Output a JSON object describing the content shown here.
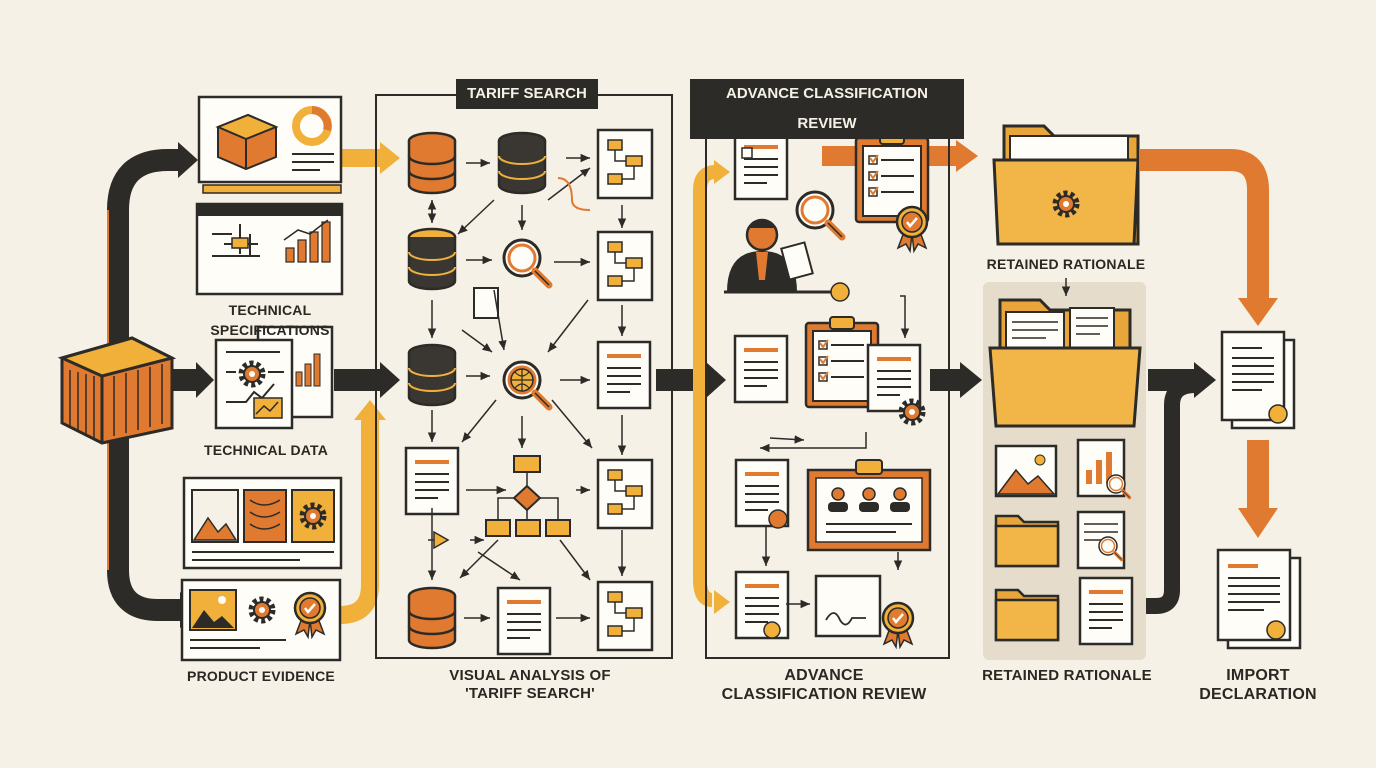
{
  "section_headers": {
    "tariff_search": "TARIFF SEARCH",
    "advance_review": "ADVANCE CLASSIFICATION REVIEW"
  },
  "labels": {
    "technical_specifications": "TECHNICAL SPECIFICATIONS",
    "technical_data": "TECHNICAL DATA",
    "product_evidence": "PRODUCT EVIDENCE",
    "visual_analysis_line1": "VISUAL ANALYSIS OF",
    "visual_analysis_line2": "'TARIFF SEARCH'",
    "advance_line1": "ADVANCE",
    "advance_line2": "CLASSIFICATION REVIEW",
    "retained_top": "RETAINED RATIONALE",
    "retained_bottom": "RETAINED RATIONALE",
    "import_line1": "IMPORT",
    "import_line2": "DECLARATION"
  },
  "colors": {
    "dark": "#2d2b28",
    "orange": "#e07a30",
    "amber": "#f0b03a",
    "paper": "#fffdf7",
    "background": "#f6f1e6",
    "panel": "#e5dccc"
  },
  "icons": [
    "shipping-container-icon",
    "database-icon",
    "magnifier-icon",
    "globe-icon",
    "document-icon",
    "flowchart-icon",
    "clipboard-icon",
    "folder-icon",
    "gear-icon",
    "award-seal-icon",
    "bar-chart-icon",
    "reviewer-person-icon",
    "checkmark-seal-icon"
  ]
}
